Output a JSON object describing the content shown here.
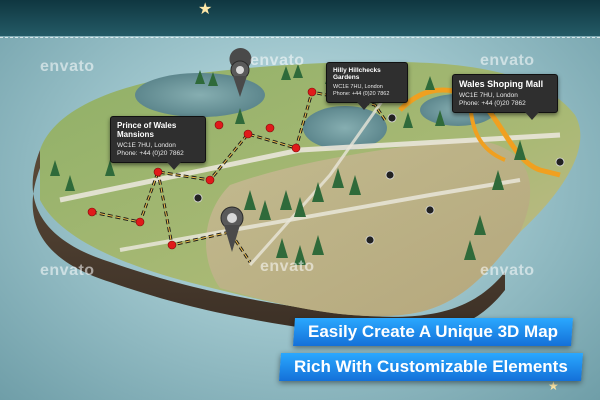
{
  "watermark": {
    "text": "envato"
  },
  "callouts": [
    {
      "title": "Prince of Wales Mansions",
      "line1": "WC1E 7HU, London",
      "line2": "Phone: +44 (0)20 7862"
    },
    {
      "title": "Hilly Hillchecks Gardens",
      "line1": "WC1E 7HU, London",
      "line2": "Phone: +44 (0)20 7862"
    },
    {
      "title": "Wales Shoping Mall",
      "line1": "WC1E 7HU, London",
      "line2": "Phone: +44 (0)20 7862"
    }
  ],
  "banners": [
    "Easily Create A Unique 3D Map",
    "Rich With Customizable Elements"
  ],
  "icons": [
    "star-icon",
    "map-pin-icon",
    "tree-icon",
    "location-marker-icon"
  ],
  "colors": {
    "background": "#9fc6cd",
    "banner": "#1f8fe8",
    "route": "#1d1d1d",
    "highlight_road": "#f0a020",
    "marker": "#e01a1a",
    "grass": "#9bb56a",
    "water": "#6e9aa0"
  }
}
